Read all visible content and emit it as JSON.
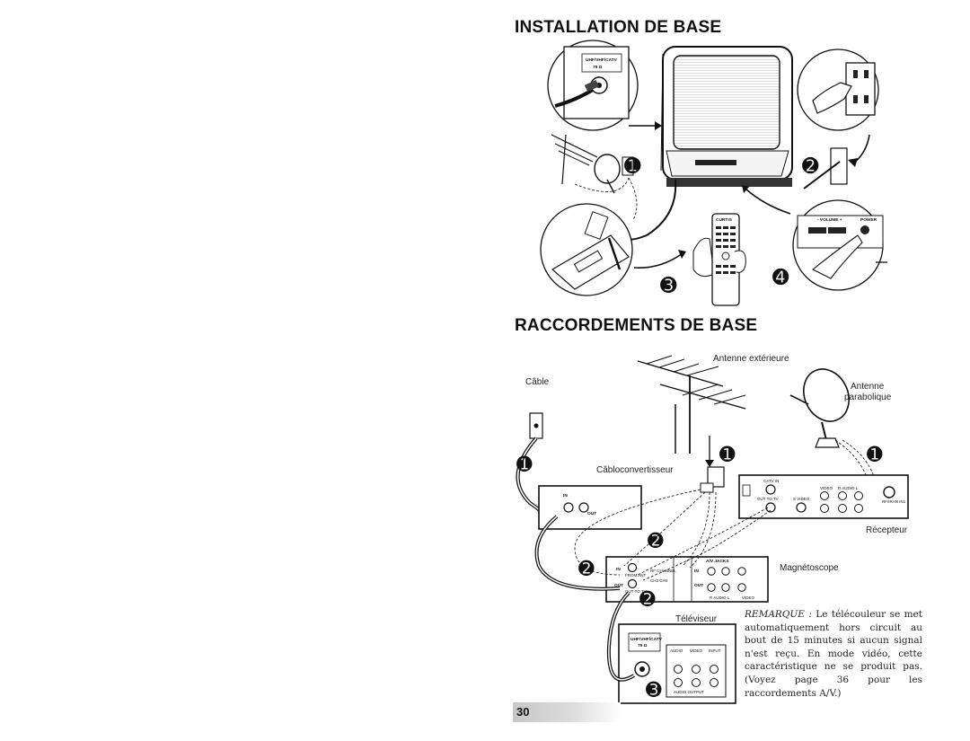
{
  "install": {
    "title": "INSTALLATION DE BASE",
    "jack_label_1": "UHF/VHF/CATV",
    "jack_label_2": "75 Ω",
    "remote_brand": "CURTIS",
    "volume_label": "- VOLUME +",
    "power_label": "POWER",
    "steps": [
      "➊",
      "➋",
      "➌",
      "➍"
    ]
  },
  "raccord": {
    "title": "RACCORDEMENTS DE BASE",
    "cable_label": "Câble",
    "antenna_label": "Antenne extérieure",
    "dish_label_1": "Antenne",
    "dish_label_2": "parabolique",
    "converter_label": "Câbloconvertisseur",
    "receiver_label": "Récepteur",
    "vcr_label": "Magnétoscope",
    "tv_label": "Téléviseur",
    "converter_in": "IN",
    "converter_out": "OUT",
    "receiver_catv": "CATV IN",
    "receiver_outtv": "OUT TO TV",
    "receiver_svideo": "S VIDEO",
    "receiver_video": "VIDEO",
    "receiver_audio": "R AUDIO L",
    "receiver_rfin": "RF/IRAN IN1",
    "vcr_in": "IN",
    "vcr_out": "OUT",
    "vcr_from_ant": "FROM ANT",
    "vcr_out_to_tv": "OUT TO TV",
    "vcr_channel": "RF CHANNEL",
    "vcr_ch": "CH3  CH4",
    "vcr_av": "A/V JACKS",
    "vcr_audio": "R AUDIO L",
    "vcr_video": "VIDEO",
    "tv_jack_1": "UHF/VHF/CATV",
    "tv_jack_2": "75 Ω",
    "tv_audio": "AUDIO",
    "tv_video": "VIDEO",
    "tv_input": "INPUT",
    "tv_output": "AUDIO OUTPUT",
    "steps": [
      "➊",
      "➊",
      "➊",
      "➋",
      "➋",
      "➋",
      "➌"
    ]
  },
  "remark": {
    "keyword": "REMARQUE :",
    "text": " Le télécouleur se met automatiquement hors circuit au bout de 15 minutes si aucun signal n'est reçu. En mode vidéo, cette caractéristique ne se produit pas. (Voyez page 36 pour les raccordements A/V.)"
  },
  "page_number": "30"
}
